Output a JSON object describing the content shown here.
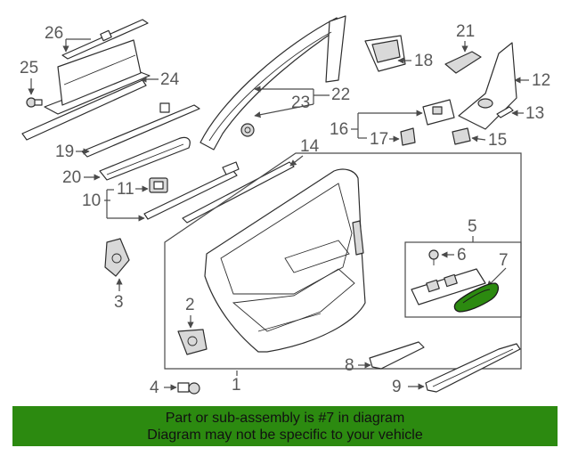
{
  "callouts": {
    "c1": "1",
    "c2": "2",
    "c3": "3",
    "c4": "4",
    "c5": "5",
    "c6": "6",
    "c7": "7",
    "c8": "8",
    "c9": "9",
    "c10": "10",
    "c11": "11",
    "c12": "12",
    "c13": "13",
    "c14": "14",
    "c15": "15",
    "c16": "16",
    "c17": "17",
    "c18": "18",
    "c19": "19",
    "c20": "20",
    "c21": "21",
    "c22": "22",
    "c23": "23",
    "c24": "24",
    "c25": "25",
    "c26": "26"
  },
  "highlight": {
    "part": "7",
    "color": "#2c8a10"
  },
  "banner": {
    "line1": "Part or sub-assembly is #7 in diagram",
    "line2": "Diagram may not be specific to your vehicle",
    "background": "#2c8a10"
  }
}
